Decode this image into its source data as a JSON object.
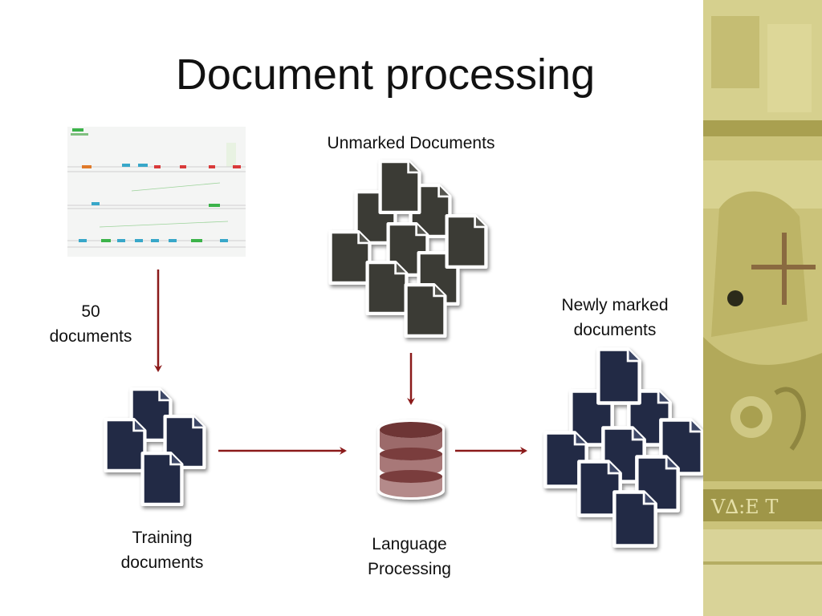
{
  "slide": {
    "title": "Document processing"
  },
  "labels": {
    "unmarked": "Unmarked Documents",
    "fifty_line1": "50",
    "fifty_line2": "documents",
    "newly_line1": "Newly marked",
    "newly_line2": "documents",
    "training_line1": "Training",
    "training_line2": "documents",
    "language_line1": "Language",
    "language_line2": "Processing"
  },
  "colors": {
    "arrow": "#8b1a1a",
    "doc_dark": "#3a3a36",
    "doc_navy": "#242b44",
    "db": "#8e5a5a",
    "side_panel": "#c8c070"
  },
  "icons": {
    "document": "document-icon",
    "database": "database-icon",
    "screenshot": "annotation-screenshot-thumbnail",
    "decoration": "stone-carving-image"
  }
}
